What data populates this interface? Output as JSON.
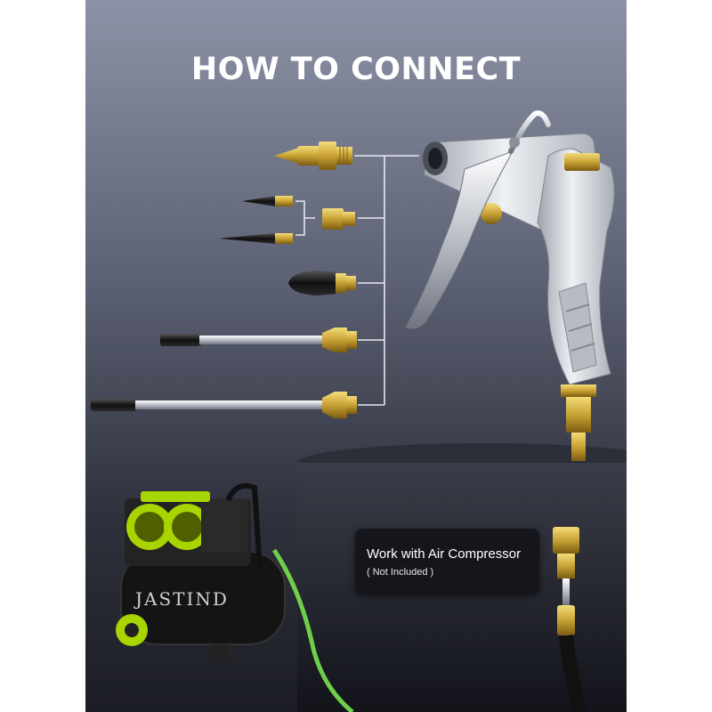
{
  "title": "HOW TO CONNECT",
  "info_card": {
    "title": "Work with Air Compressor",
    "subtitle": "( Not Included )"
  },
  "compressor_brand": "JASTIND",
  "colors": {
    "brass": "#c9a233",
    "steel": "#c8ccd3",
    "accent_green": "#a8d400",
    "panel_top": "#8d93a6",
    "panel_bottom": "#1c1d24"
  },
  "attachments": [
    {
      "name": "brass-nozzle"
    },
    {
      "name": "rubber-tip-pair-with-coupler"
    },
    {
      "name": "rubber-safety-tip"
    },
    {
      "name": "short-extension-wand"
    },
    {
      "name": "long-extension-wand"
    }
  ]
}
